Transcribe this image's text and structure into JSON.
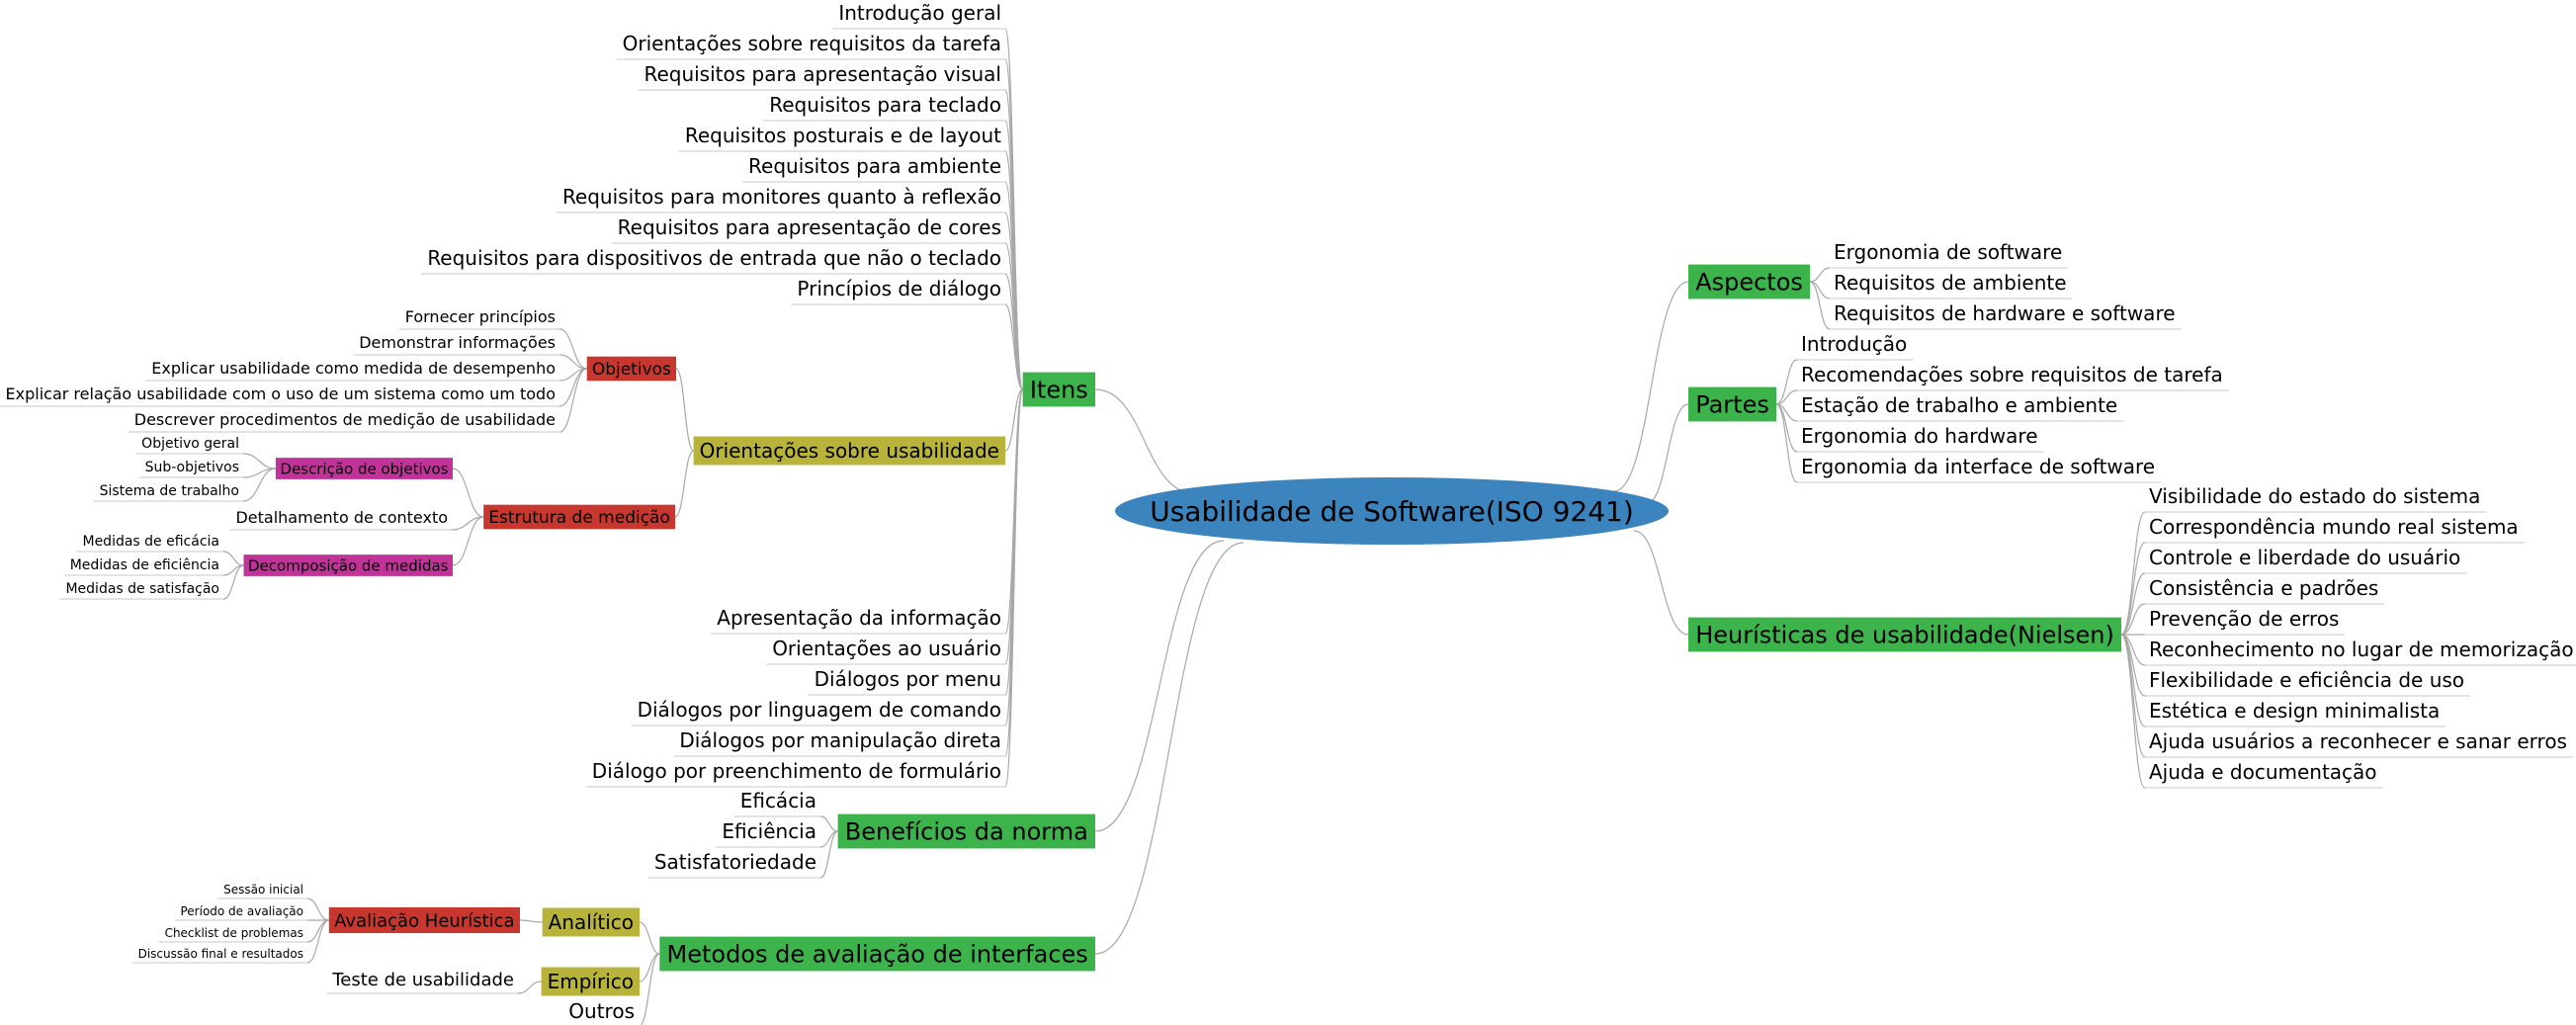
{
  "root": "Usabilidade de Software(ISO 9241)",
  "colors": {
    "root_fill": "#3b84bd",
    "green": "#3cb44b",
    "olive": "#b8b43b",
    "red": "#c8372e",
    "magenta": "#c0349a",
    "line": "#a8a8a8",
    "underline": "#c8c8c8"
  },
  "left": {
    "itens": {
      "label": "Itens",
      "top_items": [
        "Introdução geral",
        "Orientações sobre requisitos da tarefa",
        "Requisitos para apresentação visual",
        "Requisitos para teclado",
        "Requisitos posturais e de layout",
        "Requisitos para ambiente",
        "Requisitos para monitores quanto à reflexão",
        "Requisitos para apresentação de cores",
        "Requisitos para dispositivos de entrada que não o teclado",
        "Princípios de diálogo"
      ],
      "orientacoes": {
        "label": "Orientações sobre usabilidade",
        "objetivos": {
          "label": "Objetivos",
          "items": [
            "Fornecer princípios",
            "Demonstrar informações",
            "Explicar usabilidade como medida de desempenho",
            "Explicar relação usabilidade com o uso de um sistema como um todo",
            "Descrever procedimentos de medição de usabilidade"
          ]
        },
        "estrutura": {
          "label": "Estrutura de medição",
          "descricao": {
            "label": "Descrição de objetivos",
            "items": [
              "Objetivo geral",
              "Sub-objetivos",
              "Sistema de trabalho"
            ]
          },
          "detalhamento": "Detalhamento de contexto",
          "decomposicao": {
            "label": "Decomposição de medidas",
            "items": [
              "Medidas de eficácia",
              "Medidas de eficiência",
              "Medidas de satisfação"
            ]
          }
        }
      },
      "bottom_items": [
        "Apresentação da informação",
        "Orientações ao usuário",
        "Diálogos por menu",
        "Diálogos por linguagem de comando",
        "Diálogos por manipulação direta",
        "Diálogo por preenchimento de formulário"
      ]
    },
    "beneficios": {
      "label": "Benefícios da norma",
      "items": [
        "Eficácia",
        "Eficiência",
        "Satisfatoriedade"
      ]
    },
    "metodos": {
      "label": "Metodos de avaliação de interfaces",
      "analitico": {
        "label": "Analítico",
        "avaliacao": {
          "label": "Avaliação Heurística",
          "items": [
            "Sessão inicial",
            "Período de avaliação",
            "Checklist de problemas",
            "Discussão final e resultados"
          ]
        }
      },
      "empirico": {
        "label": "Empírico",
        "items": [
          "Teste de usabilidade"
        ]
      },
      "outros": "Outros"
    }
  },
  "right": {
    "aspectos": {
      "label": "Aspectos",
      "items": [
        "Ergonomia de software",
        "Requisitos de ambiente",
        "Requisitos de hardware e software"
      ]
    },
    "partes": {
      "label": "Partes",
      "items": [
        "Introdução",
        "Recomendações sobre requisitos de tarefa",
        "Estação de trabalho e ambiente",
        "Ergonomia do hardware",
        "Ergonomia da interface de software"
      ]
    },
    "heuristicas": {
      "label": "Heurísticas de usabilidade(Nielsen)",
      "items": [
        "Visibilidade do estado do sistema",
        "Correspondência mundo real sistema",
        "Controle e liberdade do usuário",
        "Consistência e padrões",
        "Prevenção de erros",
        "Reconhecimento no lugar de memorização",
        "Flexibilidade e eficiência de uso",
        "Estética e design minimalista",
        "Ajuda usuários a reconhecer e sanar erros",
        "Ajuda e documentação"
      ]
    }
  }
}
